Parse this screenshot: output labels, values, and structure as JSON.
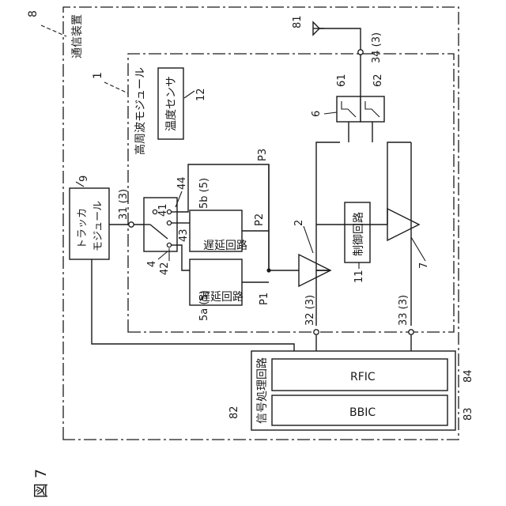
{
  "figure_label": "図 7",
  "device": {
    "ref": "8",
    "label": "通信装置"
  },
  "module": {
    "ref": "1",
    "label": "高周波モジュール"
  },
  "temp_sensor": {
    "ref": "12",
    "label": "温度センサ"
  },
  "tracker": {
    "ref": "9",
    "label_line1": "トラッカ",
    "label_line2": "モジュール"
  },
  "antenna": {
    "ref": "81"
  },
  "terminals": {
    "t34": "34 (3)",
    "t31": "31 (3)",
    "t32": "32 (3)",
    "t33": "33 (3)"
  },
  "filter": {
    "ref": "6",
    "f1": "61",
    "f2": "62"
  },
  "switch": {
    "ref": "4",
    "c41": "41",
    "c42": "42",
    "c43": "43",
    "c44": "44"
  },
  "delay_b": {
    "ref": "5b (5)",
    "label": "遅延回路"
  },
  "delay_a": {
    "ref": "5a (5)",
    "label": "遅延回路"
  },
  "nodes": {
    "p1": "P1",
    "p2": "P2",
    "p3": "P3"
  },
  "power_amp": {
    "ref": "2"
  },
  "lna": {
    "ref": "7"
  },
  "control": {
    "ref": "11",
    "label": "制御回路"
  },
  "signal_proc": {
    "ref": "82",
    "label": "信号処理回路"
  },
  "rfic": {
    "ref": "84",
    "label": "RFIC"
  },
  "bbic": {
    "ref": "83",
    "label": "BBIC"
  }
}
